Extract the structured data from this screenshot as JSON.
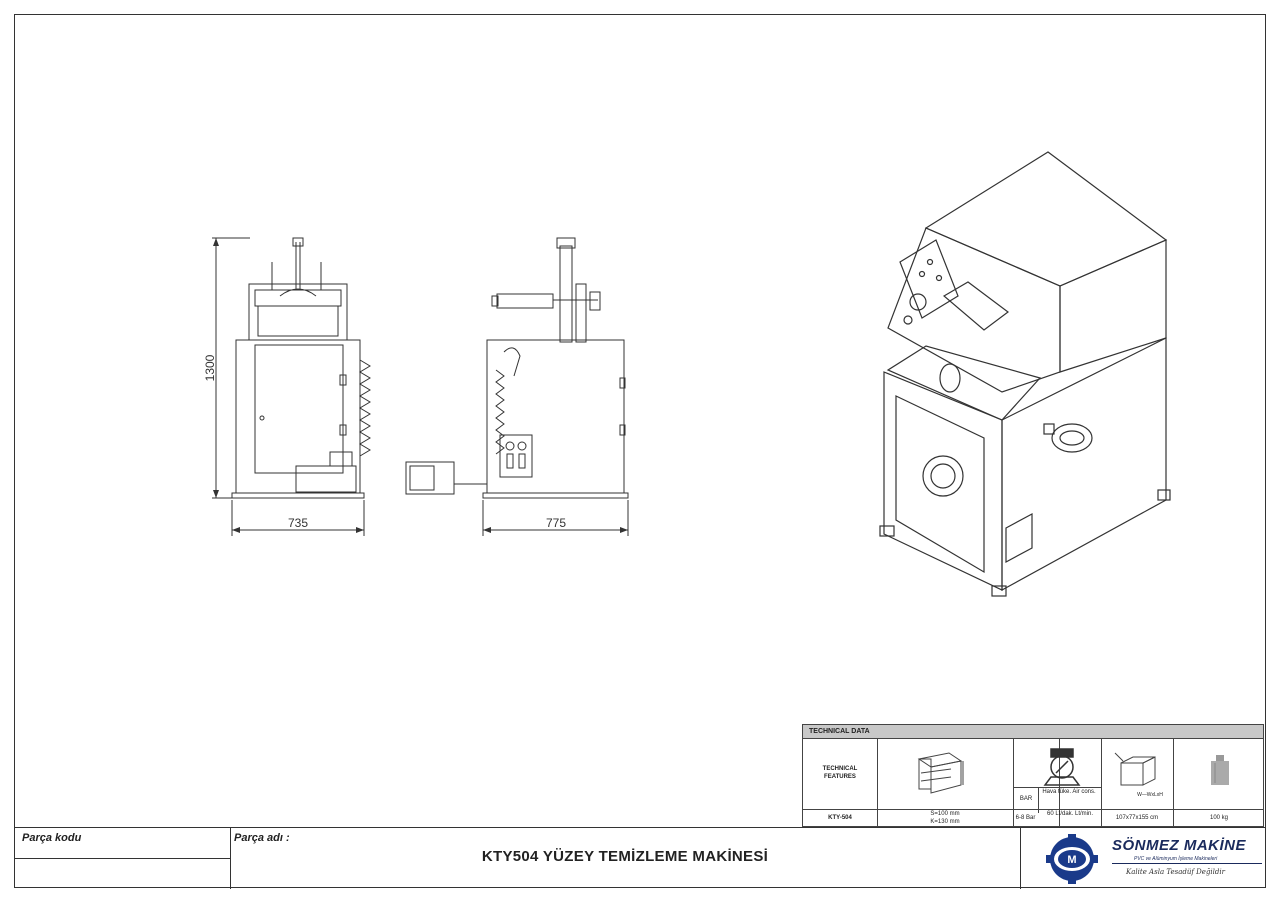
{
  "drawing": {
    "dim_height": "1300",
    "dim_front_width": "735",
    "dim_side_width": "775"
  },
  "tech_data": {
    "header": "TECHNICAL DATA",
    "row_label": "TECHNICAL FEATURES",
    "bar_label": "BAR",
    "air_label": "Hava tüke. Air cons.",
    "dims_label": "W—WxLxH",
    "model": "KTY-504",
    "stroke": "S=100 mm",
    "k_value": "K=130 mm",
    "pressure": "6-8 Bar",
    "air_value": "60 Lt/dak. Lt/min.",
    "dimensions": "107x77x155 cm",
    "weight": "100 kg"
  },
  "title_block": {
    "part_code_label": "Parça kodu",
    "part_name_label": "Parça adı :",
    "part_name": "KTY504 YÜZEY TEMİZLEME MAKİNESİ",
    "company": "SÖNMEZ MAKİNE",
    "company_sub": "PVC ve Alüminyum İşleme Makineleri",
    "motto": "Kalite Asla Tesadüf Değildir"
  }
}
